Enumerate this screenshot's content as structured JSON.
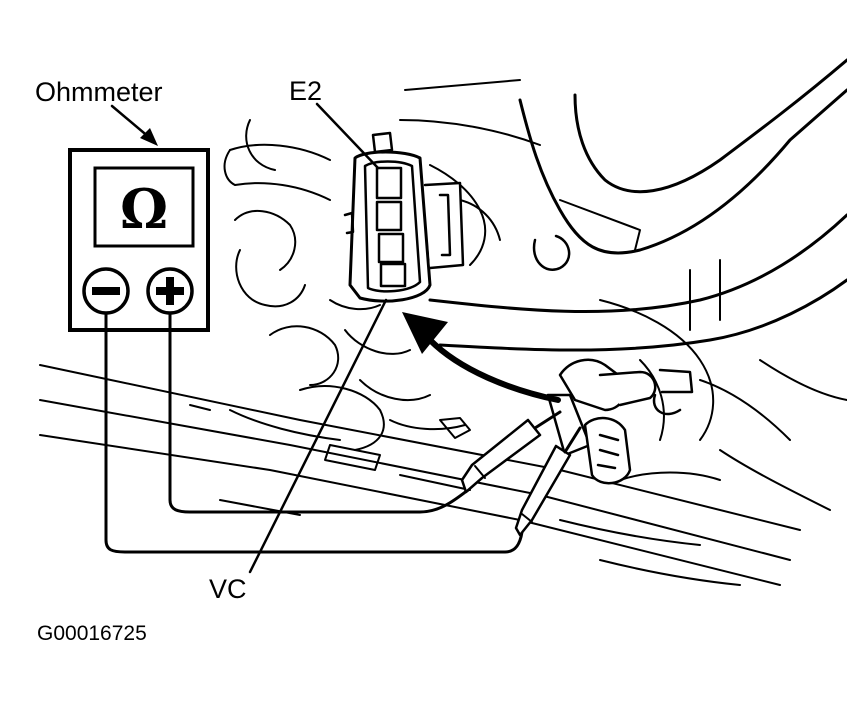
{
  "labels": {
    "meter": "Ohmmeter",
    "terminal_top": "E2",
    "terminal_bottom": "VC",
    "figure_id": "G00016725"
  },
  "meter": {
    "display_symbol": "Ω",
    "negative_symbol": "−",
    "positive_symbol": "+"
  },
  "colors": {
    "ink": "#000000",
    "background": "#ffffff"
  }
}
